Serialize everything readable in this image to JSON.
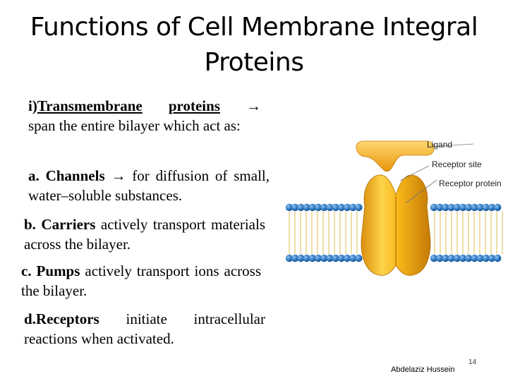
{
  "slide": {
    "title_line1": "Functions of Cell Membrane Integral",
    "title_line2": "Proteins",
    "intro": {
      "label_num": "i)",
      "label_word1": "Transmembrane",
      "label_word2": "proteins",
      "arrow": "→",
      "rest": "span the entire bilayer which act as:"
    },
    "items": [
      {
        "term": "a. Channels",
        "description": "→ for diffusion of small, water–soluble substances."
      },
      {
        "term": "b. Carriers",
        "description": "actively transport materials across the bilayer."
      },
      {
        "term": "c. Pumps",
        "description": "actively transport ions across the bilayer."
      },
      {
        "term": "d.Receptors",
        "description": "initiate intracellular reactions when activated."
      }
    ],
    "figure": {
      "labels": {
        "ligand": "Ligand",
        "receptor_site": "Receptor site",
        "receptor_protein": "Receptor protein"
      },
      "colors": {
        "head": "#2f79c2",
        "tail": "#e8c84a",
        "protein": "#f5b519",
        "protein_dark": "#d98f0c",
        "ligand": "#f6a716"
      }
    },
    "footer": {
      "author": "Abdelaziz Hussein",
      "page": "14"
    }
  }
}
